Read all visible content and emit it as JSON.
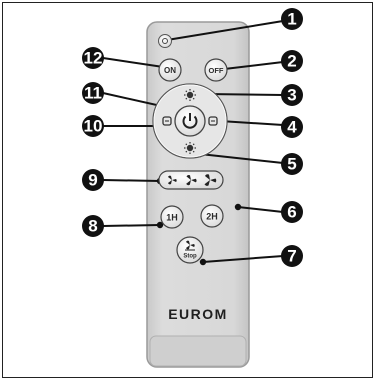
{
  "remote": {
    "brand": "EUROM",
    "buttons": {
      "on": "ON",
      "off": "OFF",
      "timer_1h": "1H",
      "timer_2h": "2H",
      "stop": "Stop"
    }
  },
  "callouts": [
    "1",
    "2",
    "3",
    "4",
    "5",
    "6",
    "7",
    "8",
    "9",
    "10",
    "11",
    "12"
  ],
  "colors": {
    "remote_body": "#d6d6d6",
    "button": "#f2f2f2",
    "callout": "#111111"
  }
}
